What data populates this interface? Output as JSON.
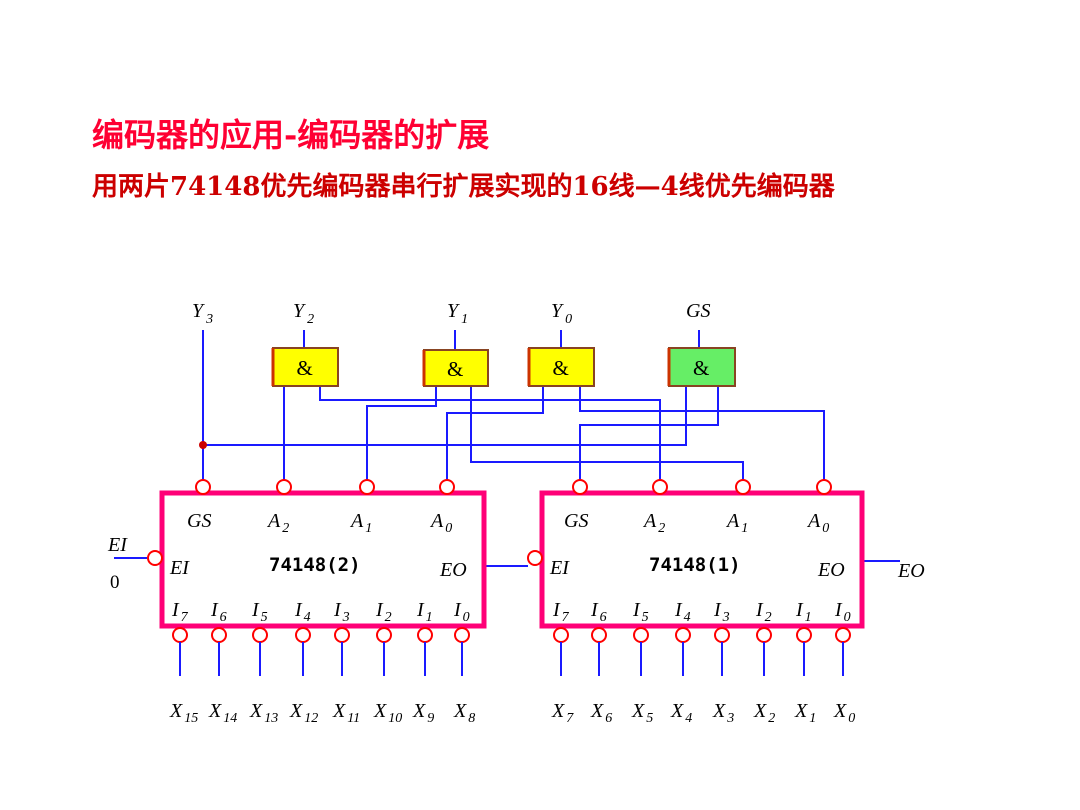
{
  "titles": {
    "main": "编码器的应用-编码器的扩展",
    "subtitle": "用两片74148优先编码器串行扩展实现的16线—4线优先编码器"
  },
  "colors": {
    "title_main": "#ff0033",
    "title_sub": "#cc0000",
    "wire": "#1a1aff",
    "chip_border": "#ff0077",
    "and_gate_fill": "#ffff00",
    "gs_gate_fill": "#66ee66",
    "inversion_bubble": "#ff0000",
    "junction": "#cc0000"
  },
  "outputs": [
    {
      "letter": "Y",
      "sub": "3"
    },
    {
      "letter": "Y",
      "sub": "2"
    },
    {
      "letter": "Y",
      "sub": "1"
    },
    {
      "letter": "Y",
      "sub": "0"
    },
    {
      "letter": "GS",
      "sub": ""
    }
  ],
  "gates": [
    {
      "label": "&",
      "kind": "and"
    },
    {
      "label": "&",
      "kind": "and"
    },
    {
      "label": "&",
      "kind": "and"
    },
    {
      "label": "&",
      "kind": "gs"
    }
  ],
  "chips": [
    {
      "name": "74148(2)",
      "top_pins": [
        {
          "l": "GS",
          "s": ""
        },
        {
          "l": "A",
          "s": "2"
        },
        {
          "l": "A",
          "s": "1"
        },
        {
          "l": "A",
          "s": "0"
        }
      ],
      "ei_label": "EI",
      "eo_label": "EO",
      "bottom_pins": [
        {
          "l": "I",
          "s": "7"
        },
        {
          "l": "I",
          "s": "6"
        },
        {
          "l": "I",
          "s": "5"
        },
        {
          "l": "I",
          "s": "4"
        },
        {
          "l": "I",
          "s": "3"
        },
        {
          "l": "I",
          "s": "2"
        },
        {
          "l": "I",
          "s": "1"
        },
        {
          "l": "I",
          "s": "0"
        }
      ],
      "inputs": [
        {
          "l": "X",
          "s": "15"
        },
        {
          "l": "X",
          "s": "14"
        },
        {
          "l": "X",
          "s": "13"
        },
        {
          "l": "X",
          "s": "12"
        },
        {
          "l": "X",
          "s": "11"
        },
        {
          "l": "X",
          "s": "10"
        },
        {
          "l": "X",
          "s": "9"
        },
        {
          "l": "X",
          "s": "8"
        }
      ]
    },
    {
      "name": "74148(1)",
      "top_pins": [
        {
          "l": "GS",
          "s": ""
        },
        {
          "l": "A",
          "s": "2"
        },
        {
          "l": "A",
          "s": "1"
        },
        {
          "l": "A",
          "s": "0"
        }
      ],
      "ei_label": "EI",
      "eo_label": "EO",
      "bottom_pins": [
        {
          "l": "I",
          "s": "7"
        },
        {
          "l": "I",
          "s": "6"
        },
        {
          "l": "I",
          "s": "5"
        },
        {
          "l": "I",
          "s": "4"
        },
        {
          "l": "I",
          "s": "3"
        },
        {
          "l": "I",
          "s": "2"
        },
        {
          "l": "I",
          "s": "1"
        },
        {
          "l": "I",
          "s": "0"
        }
      ],
      "inputs": [
        {
          "l": "X",
          "s": "7"
        },
        {
          "l": "X",
          "s": "6"
        },
        {
          "l": "X",
          "s": "5"
        },
        {
          "l": "X",
          "s": "4"
        },
        {
          "l": "X",
          "s": "3"
        },
        {
          "l": "X",
          "s": "2"
        },
        {
          "l": "X",
          "s": "1"
        },
        {
          "l": "X",
          "s": "0"
        }
      ]
    }
  ],
  "external": {
    "ei_label": "EI",
    "ei_value": "0",
    "eo_label": "EO"
  }
}
